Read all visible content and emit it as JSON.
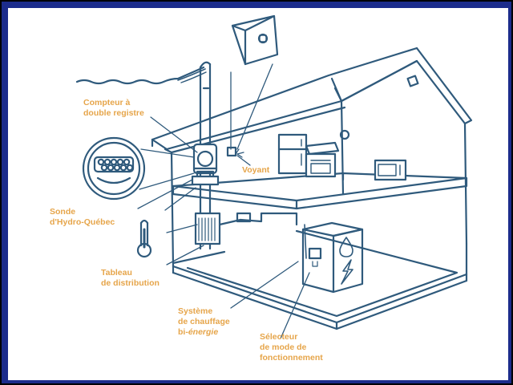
{
  "colors": {
    "frame": "#1c2c8c",
    "background": "#ffffff",
    "line": "#2f5a7c",
    "label": "#e6a54a"
  },
  "labels": {
    "meter": [
      "Compteur à",
      "double registre"
    ],
    "voyant": "Voyant",
    "sonde": [
      "Sonde",
      "d'Hydro-Québec"
    ],
    "tableau": [
      "Tableau",
      "de distribution"
    ],
    "systeme": {
      "line1": "Système",
      "line2": "de chauffage",
      "line3_prefix": "bi-",
      "line3_italic": "énergie"
    },
    "selecteur": [
      "Sélecteur",
      "de mode de",
      "fonctionnement"
    ]
  },
  "icons": {
    "meter_face": "meter-dial-icon",
    "thermometer": "thermometer-icon",
    "fuel": "fuel-drop-icon",
    "electric": "lightning-icon"
  }
}
